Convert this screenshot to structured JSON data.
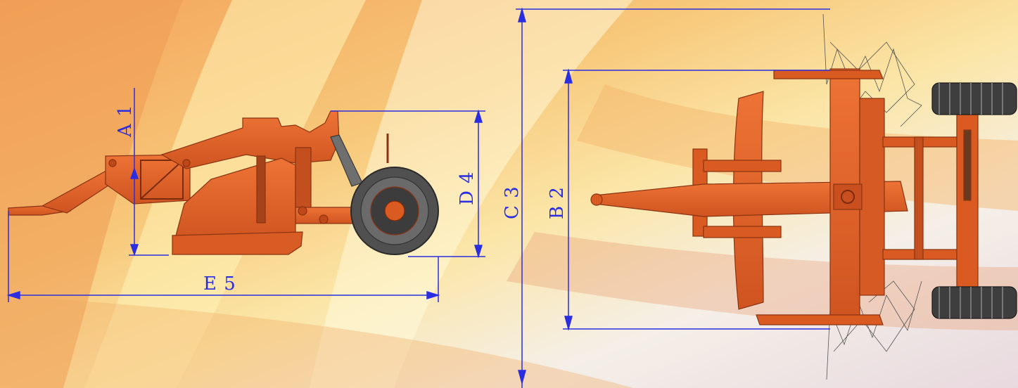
{
  "dimensions": {
    "a": "A 1",
    "b": "B 2",
    "c": "C 3",
    "d": "D 4",
    "e": "E 5"
  },
  "colors": {
    "machine": "#e0622a",
    "machine_dark": "#b8461a",
    "dimension": "#2a2ee0",
    "tire": "#4a4a4a"
  }
}
